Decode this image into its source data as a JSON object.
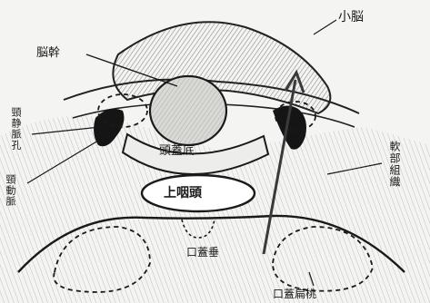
{
  "labels": {
    "cerebellum": "小脳",
    "brainstem": "脳幹",
    "internal_jugular_vein": "頸静脈孔",
    "internal_carotid": "頸動脈",
    "clivus": "頭蓋底",
    "nasopharynx": "上咽頭",
    "soft_tissue": "軟部組織",
    "palate": "口蓋垂",
    "tonsil": "口蓋扁桃"
  }
}
